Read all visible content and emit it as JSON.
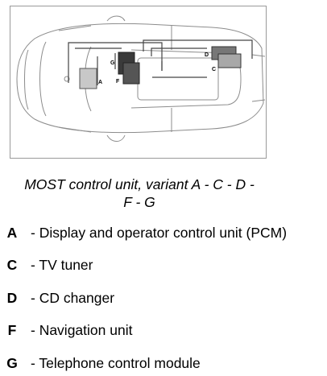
{
  "diagram": {
    "labels": {
      "g": "G",
      "a": "A",
      "f": "F",
      "d": "D",
      "c": "C"
    },
    "colors": {
      "dark": "#3a3a3a",
      "mid": "#777777",
      "light": "#c8c8c8",
      "line": "#8c8c8c"
    }
  },
  "caption": {
    "line1": "MOST control unit, variant A - C - D -",
    "line2": "F - G"
  },
  "legend": [
    {
      "key": "A",
      "description": "- Display and operator control unit (PCM)"
    },
    {
      "key": "C",
      "description": "- TV tuner"
    },
    {
      "key": "D",
      "description": "- CD changer"
    },
    {
      "key": "F",
      "description": "- Navigation unit"
    },
    {
      "key": "G",
      "description": "- Telephone control module"
    }
  ]
}
